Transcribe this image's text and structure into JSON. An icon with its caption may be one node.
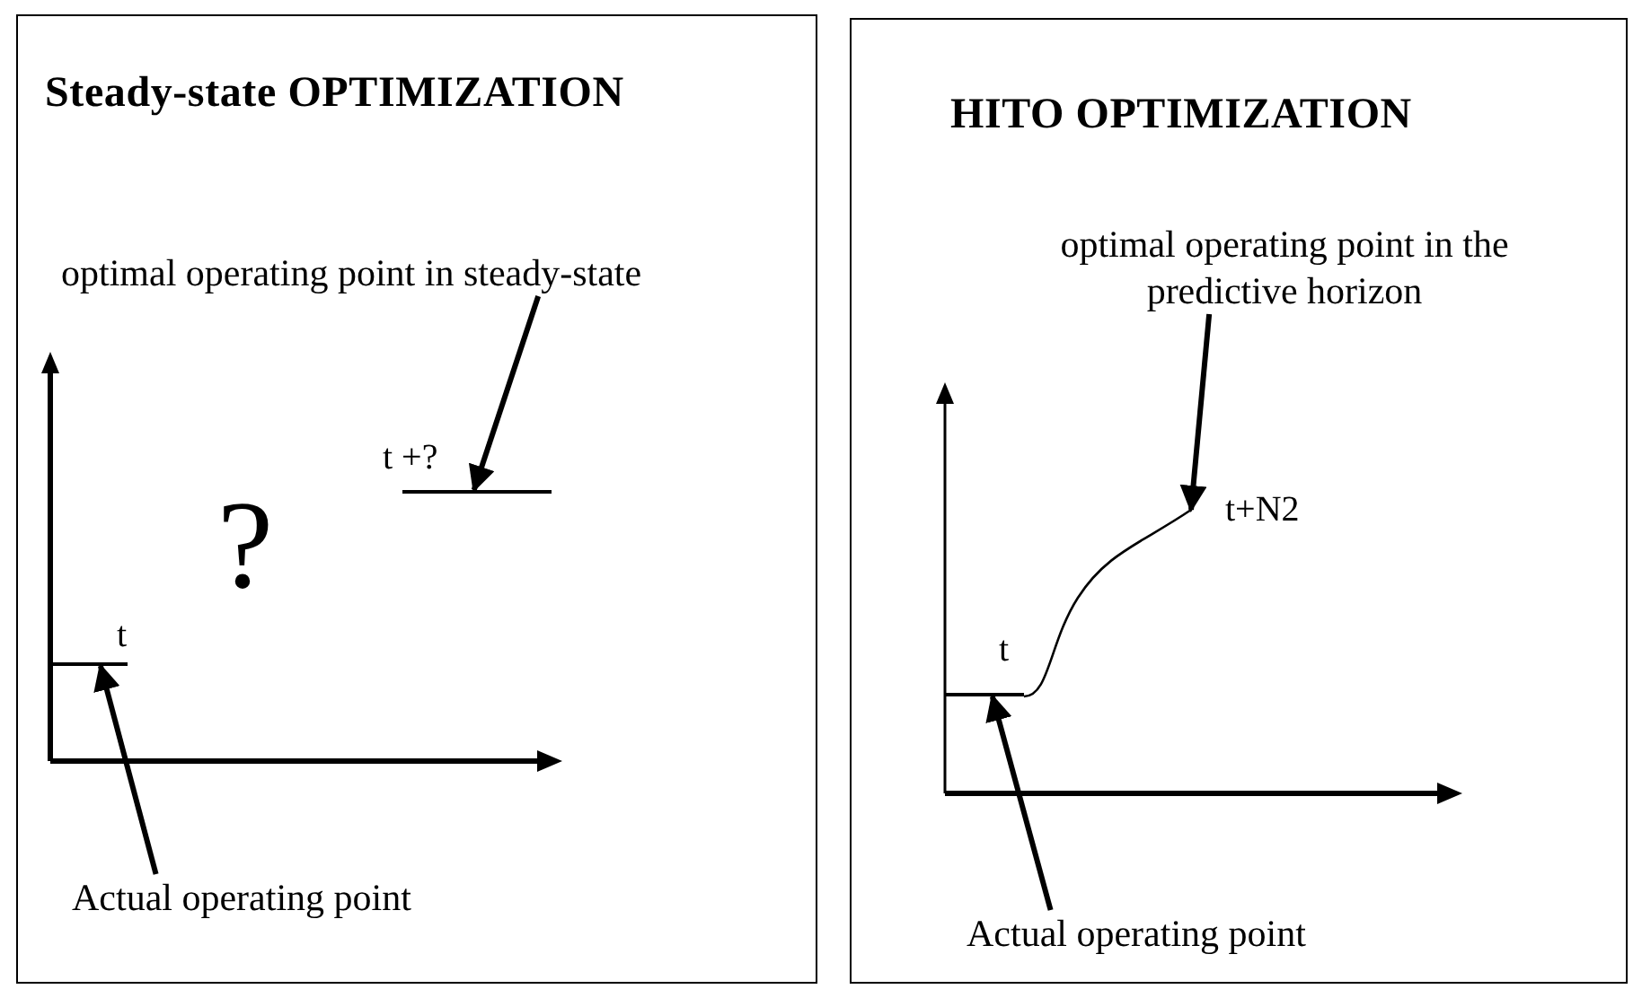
{
  "diagram": {
    "nodes": [
      {
        "text": [
          "Steady-state OPTIMIZATION"
        ]
      },
      {
        "text": [
          "optimal operating point in steady-state"
        ],
        "in": 0
      },
      {
        "text": [],
        "shape": "bar",
        "in": 0,
        "beside": [
          "t +?"
        ]
      },
      {
        "text": [],
        "shape": "bar",
        "in": 0,
        "beside": [
          "t"
        ]
      },
      {
        "text": [
          "Actual operating point"
        ],
        "in": 0
      },
      {
        "text": [
          "HITO OPTIMIZATION"
        ]
      },
      {
        "text": [
          "optimal operating point in the predictive horizon"
        ],
        "in": 5
      },
      {
        "text": [],
        "shape": "curve",
        "in": 5,
        "beside": [
          "t+N2"
        ]
      },
      {
        "text": [],
        "shape": "bar",
        "in": 5,
        "beside": [
          "t"
        ]
      },
      {
        "text": [
          "Actual operating point"
        ],
        "in": 5
      }
    ],
    "edges": [
      {
        "from": 1,
        "to": 2,
        "arrow": "to"
      },
      {
        "from": 4,
        "to": 3,
        "arrow": "to"
      },
      {
        "from": 6,
        "to": 7,
        "arrow": "to"
      },
      {
        "from": 9,
        "to": 8,
        "arrow": "to"
      }
    ],
    "labels": [
      "?"
    ]
  }
}
